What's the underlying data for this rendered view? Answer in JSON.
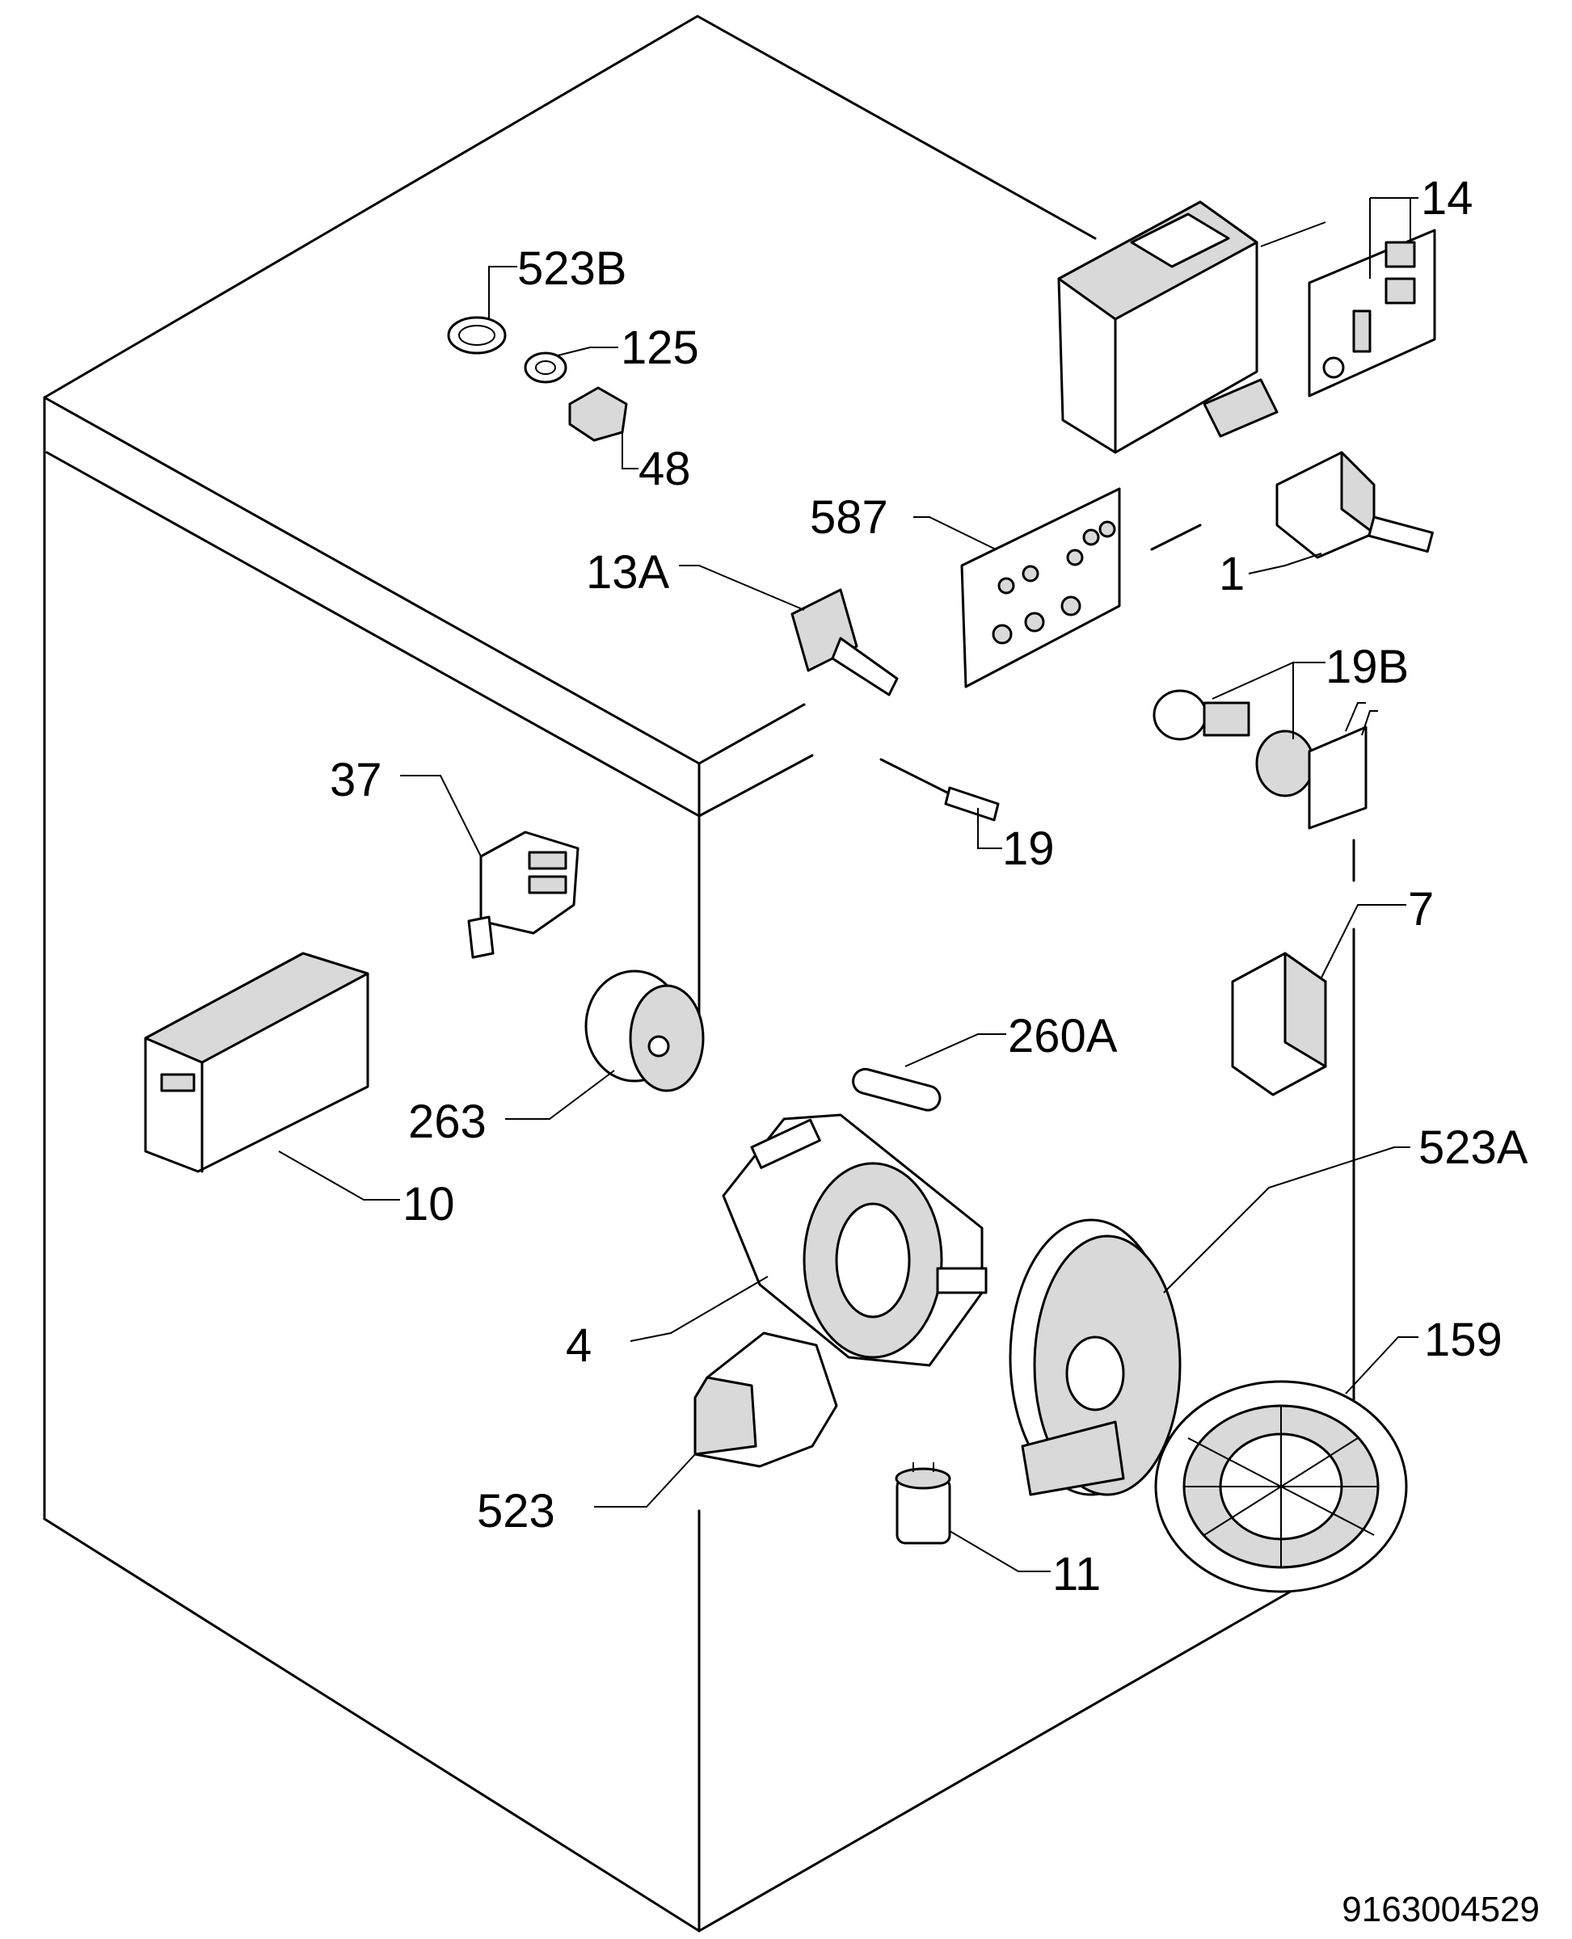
{
  "labels": {
    "l14": "14",
    "l523b": "523B",
    "l125": "125",
    "l48": "48",
    "l587": "587",
    "l1": "1",
    "l13a": "13A",
    "l19b": "19B",
    "l37": "37",
    "l19": "19",
    "l7": "7",
    "l260a": "260A",
    "l263": "263",
    "l10": "10",
    "l523a": "523A",
    "l4": "4",
    "l159": "159",
    "l523": "523",
    "l11": "11"
  },
  "document_number": "9163004529"
}
